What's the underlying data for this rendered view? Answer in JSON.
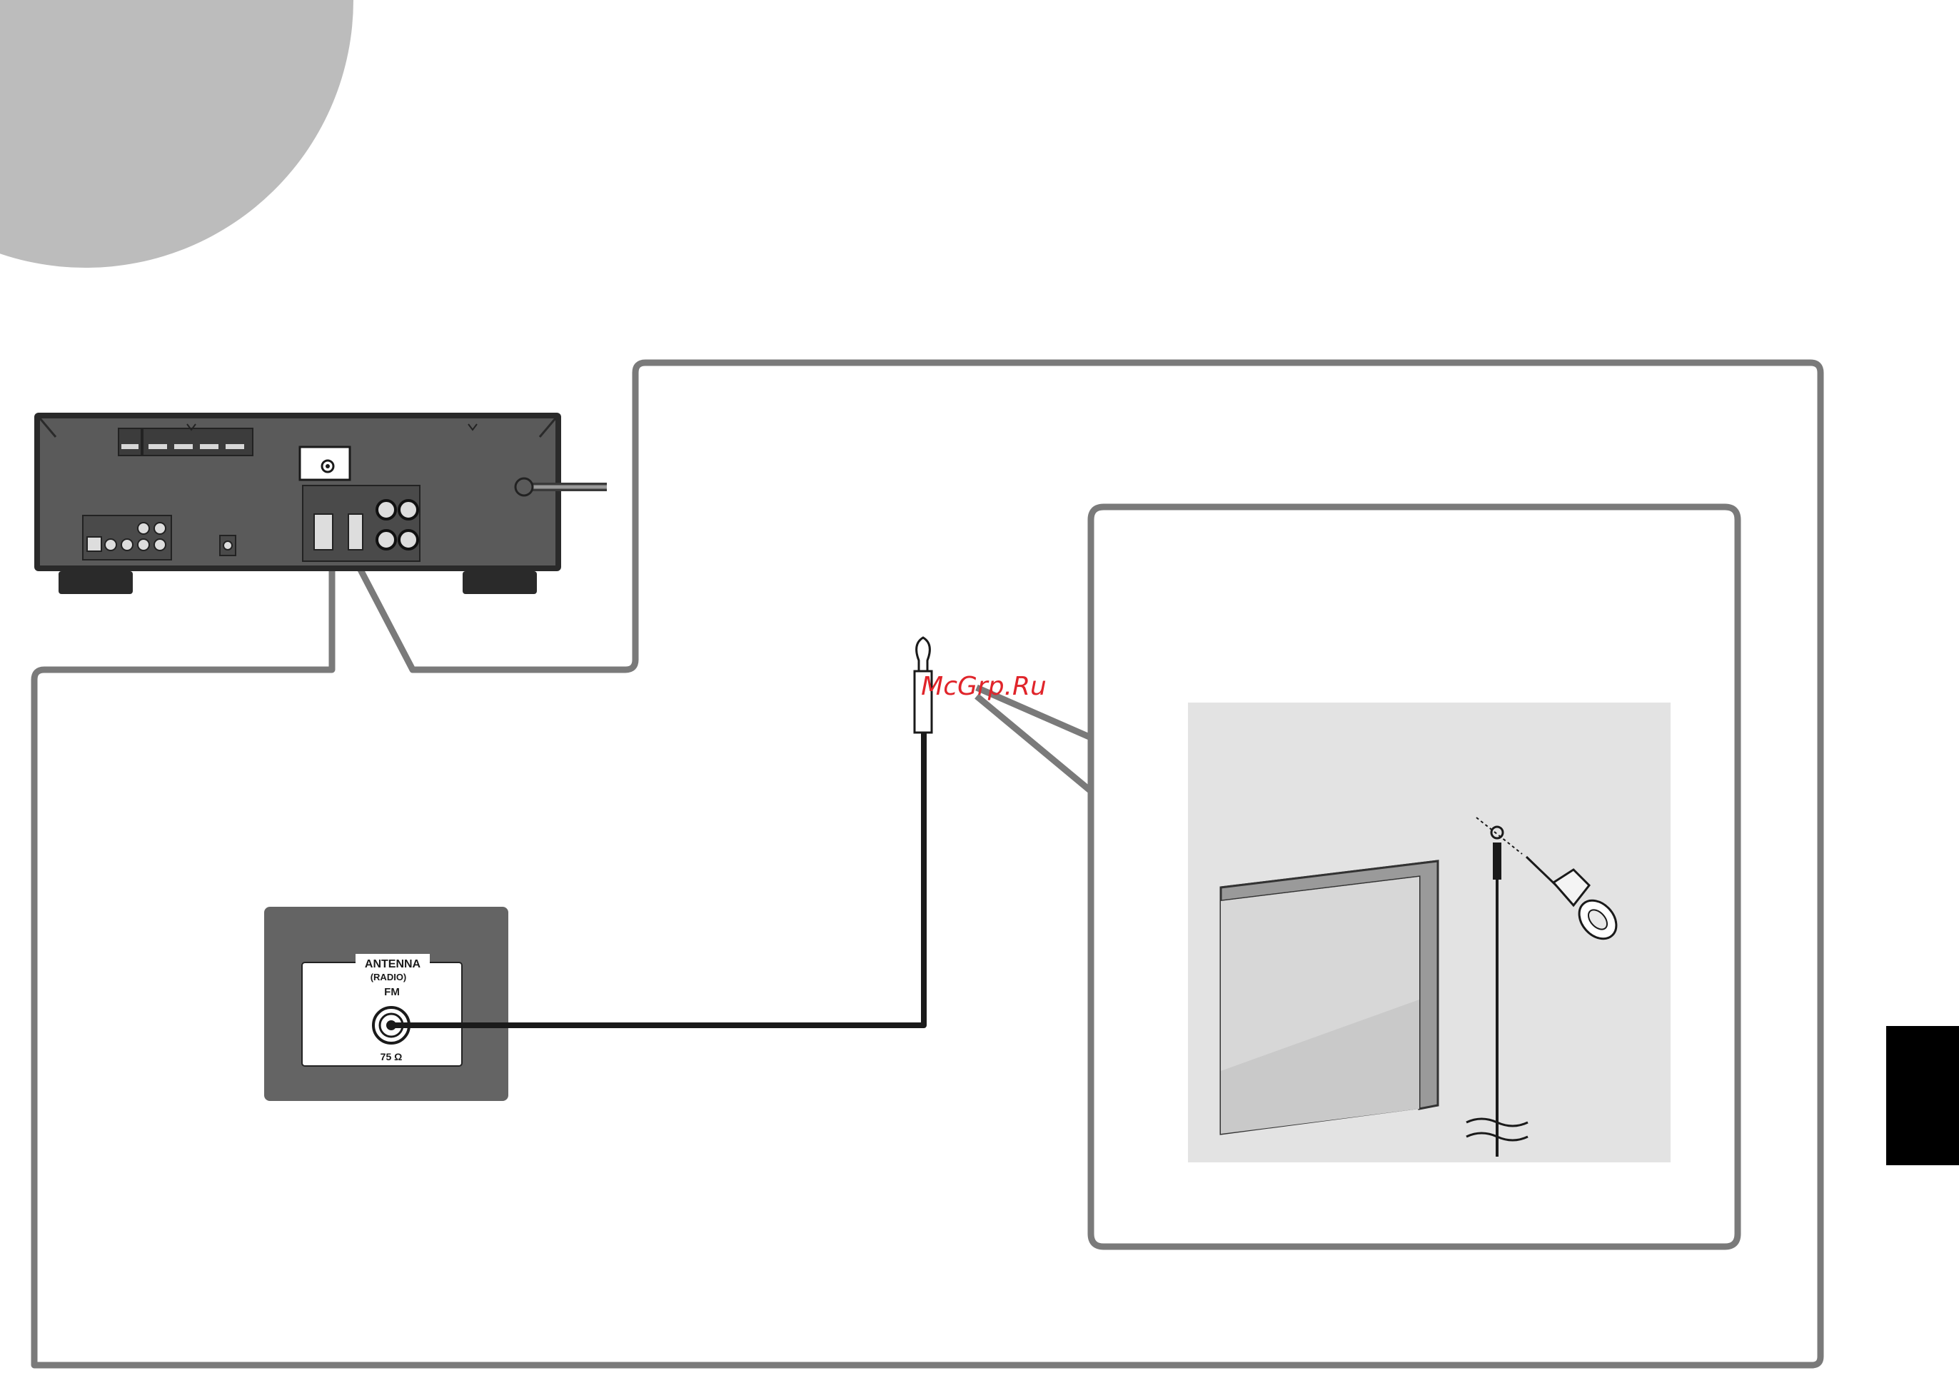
{
  "watermark": "McGrp.Ru",
  "antenna_panel": {
    "title": "ANTENNA",
    "subtitle": "(RADIO)",
    "jack_label": "FM",
    "impedance": "75 Ω"
  },
  "colors": {
    "corner_circle": "#bcbcbc",
    "outline": "#7a7a7a",
    "receiver_body": "#5a5a5a",
    "panel_dark": "#646464",
    "wall_bg": "#e3e3e3",
    "side_tab": "#000000",
    "watermark": "#e0242a"
  },
  "icons": {
    "receiver": "av-receiver-rear-icon",
    "power_cord": "power-cord-icon",
    "antenna_wire": "fm-antenna-wire-icon",
    "thumbtack": "thumbtack-icon",
    "window": "window-frame-icon"
  }
}
